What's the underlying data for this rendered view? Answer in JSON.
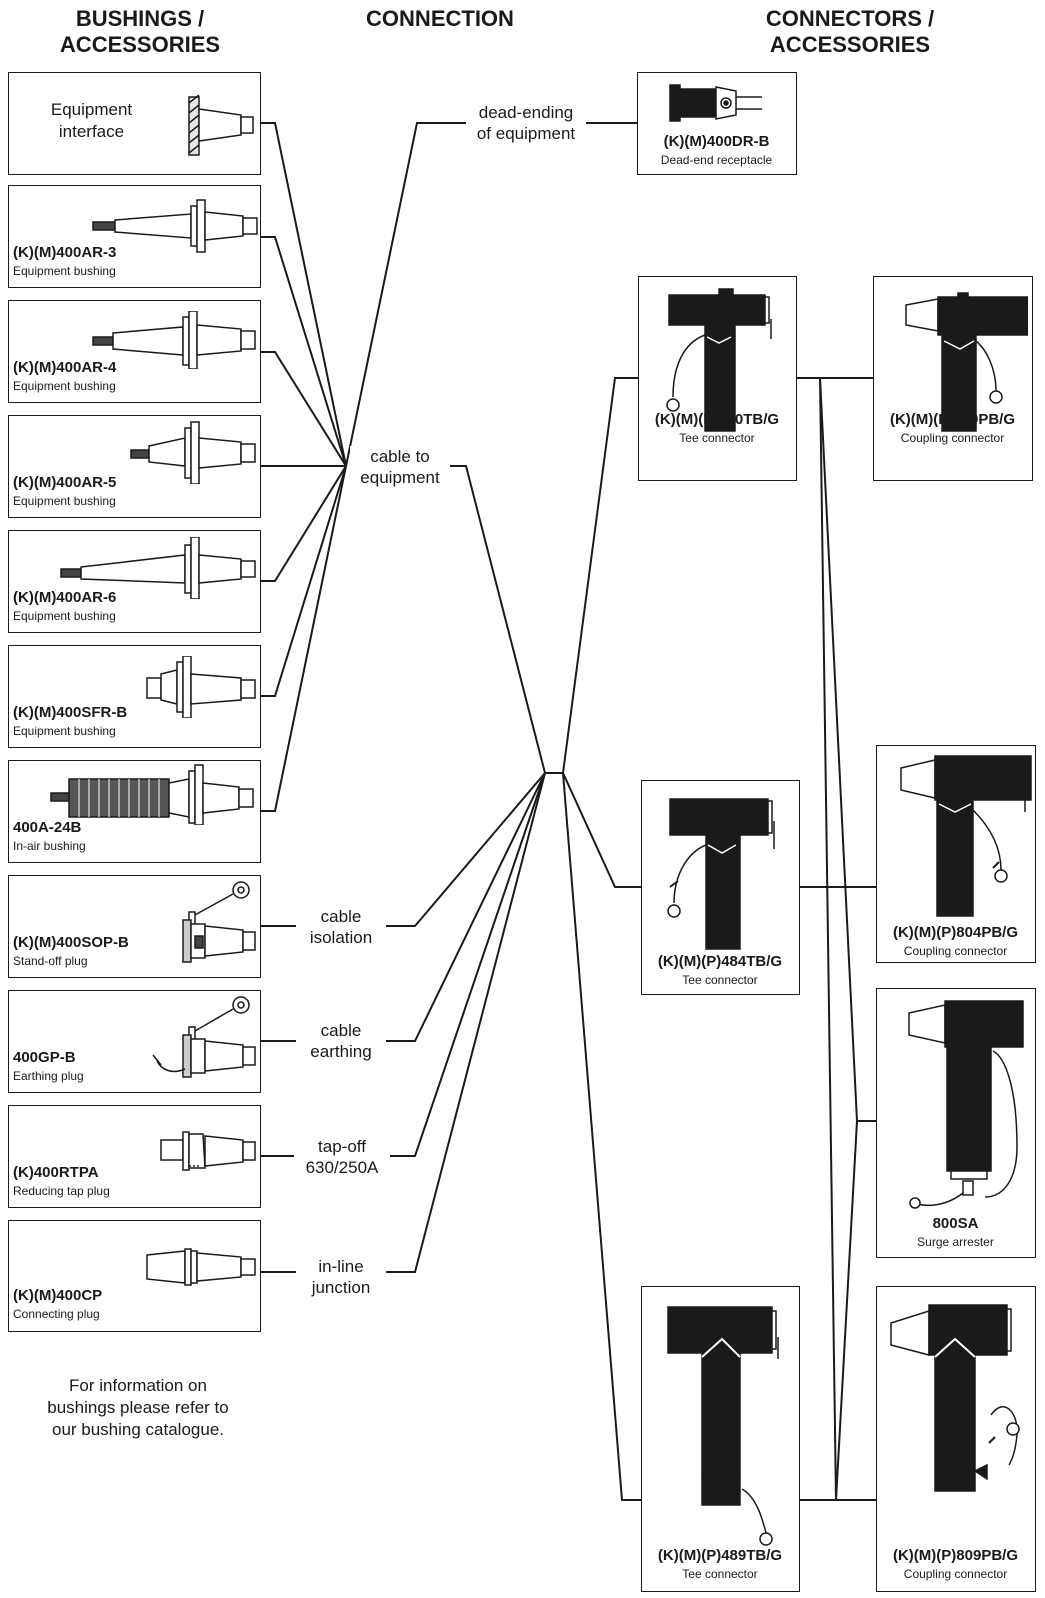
{
  "headers": {
    "left": [
      "BUSHINGS /",
      "ACCESSORIES"
    ],
    "middle": "CONNECTION",
    "right": [
      "CONNECTORS /",
      "ACCESSORIES"
    ]
  },
  "bushings": [
    {
      "code": "",
      "desc": "",
      "label": [
        "Equipment",
        "interface"
      ]
    },
    {
      "code": "(K)(M)400AR-3",
      "desc": "Equipment bushing"
    },
    {
      "code": "(K)(M)400AR-4",
      "desc": "Equipment bushing"
    },
    {
      "code": "(K)(M)400AR-5",
      "desc": "Equipment bushing"
    },
    {
      "code": "(K)(M)400AR-6",
      "desc": "Equipment bushing"
    },
    {
      "code": "(K)(M)400SFR-B",
      "desc": "Equipment bushing"
    },
    {
      "code": "400A-24B",
      "desc": "In-air bushing"
    },
    {
      "code": "(K)(M)400SOP-B",
      "desc": "Stand-off plug"
    },
    {
      "code": "400GP-B",
      "desc": "Earthing plug"
    },
    {
      "code": "(K)400RTPA",
      "desc": "Reducing tap plug"
    },
    {
      "code": "(K)(M)400CP",
      "desc": "Connecting plug"
    }
  ],
  "connections": [
    {
      "line1": "dead-ending",
      "line2": "of equipment"
    },
    {
      "line1": "cable to",
      "line2": "equipment"
    },
    {
      "line1": "cable",
      "line2": "isolation"
    },
    {
      "line1": "cable",
      "line2": "earthing"
    },
    {
      "line1": "tap-off",
      "line2": "630/250A"
    },
    {
      "line1": "in-line",
      "line2": "junction"
    }
  ],
  "connectors": [
    {
      "code": "(K)(M)400DR-B",
      "desc": "Dead-end receptacle"
    },
    {
      "code": "(K)(M)(P)480TB/G",
      "desc": "Tee connector"
    },
    {
      "code": "(K)(M)(P)800PB/G",
      "desc": "Coupling connector"
    },
    {
      "code": "(K)(M)(P)484TB/G",
      "desc": "Tee connector"
    },
    {
      "code": "(K)(M)(P)804PB/G",
      "desc": "Coupling connector"
    },
    {
      "code": "800SA",
      "desc": "Surge arrester"
    },
    {
      "code": "(K)(M)(P)489TB/G",
      "desc": "Tee connector"
    },
    {
      "code": "(K)(M)(P)809PB/G",
      "desc": "Coupling connector"
    }
  ],
  "note": [
    "For information on",
    "bushings please refer to",
    "our bushing catalogue."
  ],
  "colors": {
    "ink": "#1a1a1a",
    "paper": "#ffffff"
  }
}
